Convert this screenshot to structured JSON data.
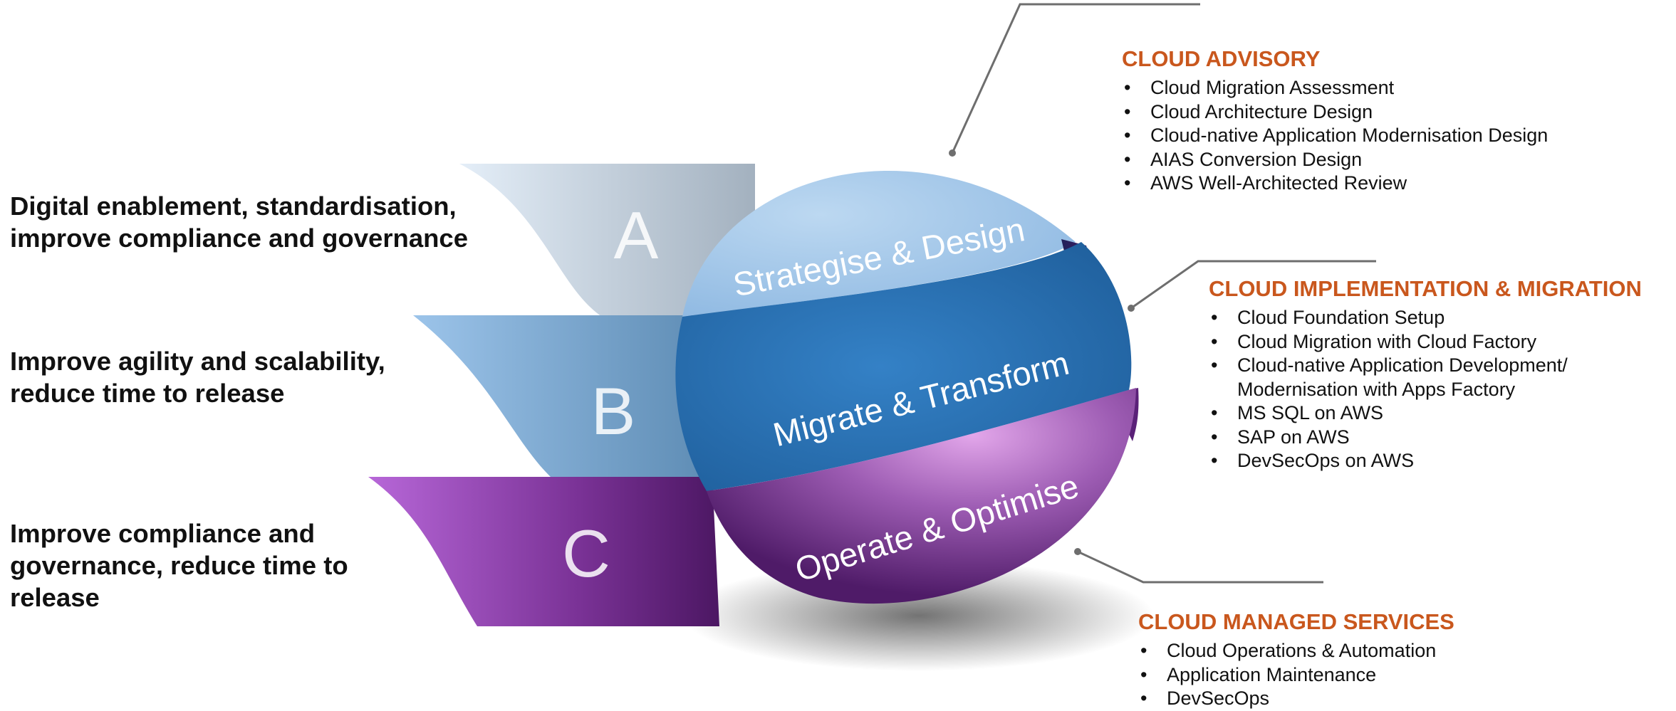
{
  "levels": [
    {
      "letter": "A",
      "phase": "Strategise & Design",
      "goal": "Digital enablement, standardisation,\nimprove compliance and governance"
    },
    {
      "letter": "B",
      "phase": "Migrate & Transform",
      "goal": "Improve agility and scalability,\nreduce time to release"
    },
    {
      "letter": "C",
      "phase": "Operate & Optimise",
      "goal": "Improve compliance and\ngovernance, reduce time to\nrelease"
    }
  ],
  "services": {
    "advisory": {
      "title": "CLOUD ADVISORY",
      "items": [
        "Cloud Migration Assessment",
        "Cloud Architecture Design",
        "Cloud-native Application Modernisation Design",
        "AIAS Conversion Design",
        "AWS Well-Architected Review"
      ]
    },
    "implementation": {
      "title": "CLOUD IMPLEMENTATION & MIGRATION",
      "items": [
        "Cloud Foundation Setup",
        "Cloud Migration with Cloud Factory",
        "Cloud-native Application Development/ Modernisation with Apps Factory",
        "MS SQL on AWS",
        "SAP on AWS",
        "DevSecOps on AWS"
      ]
    },
    "managed": {
      "title": "CLOUD MANAGED SERVICES",
      "items": [
        "Cloud Operations & Automation",
        "Application Maintenance",
        "DevSecOps"
      ]
    }
  },
  "colors": {
    "heading": "#c9571d",
    "band_a": "#9dc3e6",
    "band_b": "#2e75b6",
    "band_c": "#7b3f9e",
    "text": "#111111"
  }
}
